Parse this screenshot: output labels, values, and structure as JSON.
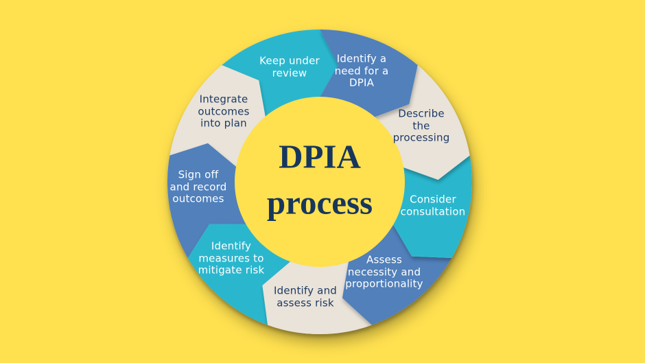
{
  "diagram": {
    "type": "cycle",
    "center_title": "DPIA\nprocess",
    "step_count": 9
  },
  "colors": {
    "background": "#FFE04F",
    "center_circle": "#FFE04F",
    "teal": "#2BB7CE",
    "blue": "#5180BB",
    "cream": "#E9E3D9",
    "navy_text": "#1E3A66",
    "title_text": "#17365D",
    "white_text": "#FFFFFF"
  },
  "segments": [
    {
      "label": "Identify a\nneed for a\nDPIA",
      "color": "#5180BB",
      "text_color": "#FFFFFF"
    },
    {
      "label": "Describe\nthe\nprocessing",
      "color": "#E9E3D9",
      "text_color": "#1E3A66"
    },
    {
      "label": "Consider\nconsultation",
      "color": "#2BB7CE",
      "text_color": "#FFFFFF"
    },
    {
      "label": "Assess\nnecessity and\nproportionality",
      "color": "#5180BB",
      "text_color": "#FFFFFF"
    },
    {
      "label": "Identify and\nassess risk",
      "color": "#E9E3D9",
      "text_color": "#1E3A66"
    },
    {
      "label": "Identify\nmeasures to\nmitigate risk",
      "color": "#2BB7CE",
      "text_color": "#FFFFFF"
    },
    {
      "label": "Sign off\nand record\noutcomes",
      "color": "#5180BB",
      "text_color": "#FFFFFF"
    },
    {
      "label": "Integrate\noutcomes\ninto plan",
      "color": "#E9E3D9",
      "text_color": "#1E3A66"
    },
    {
      "label": "Keep under\nreview",
      "color": "#2BB7CE",
      "text_color": "#FFFFFF"
    }
  ]
}
